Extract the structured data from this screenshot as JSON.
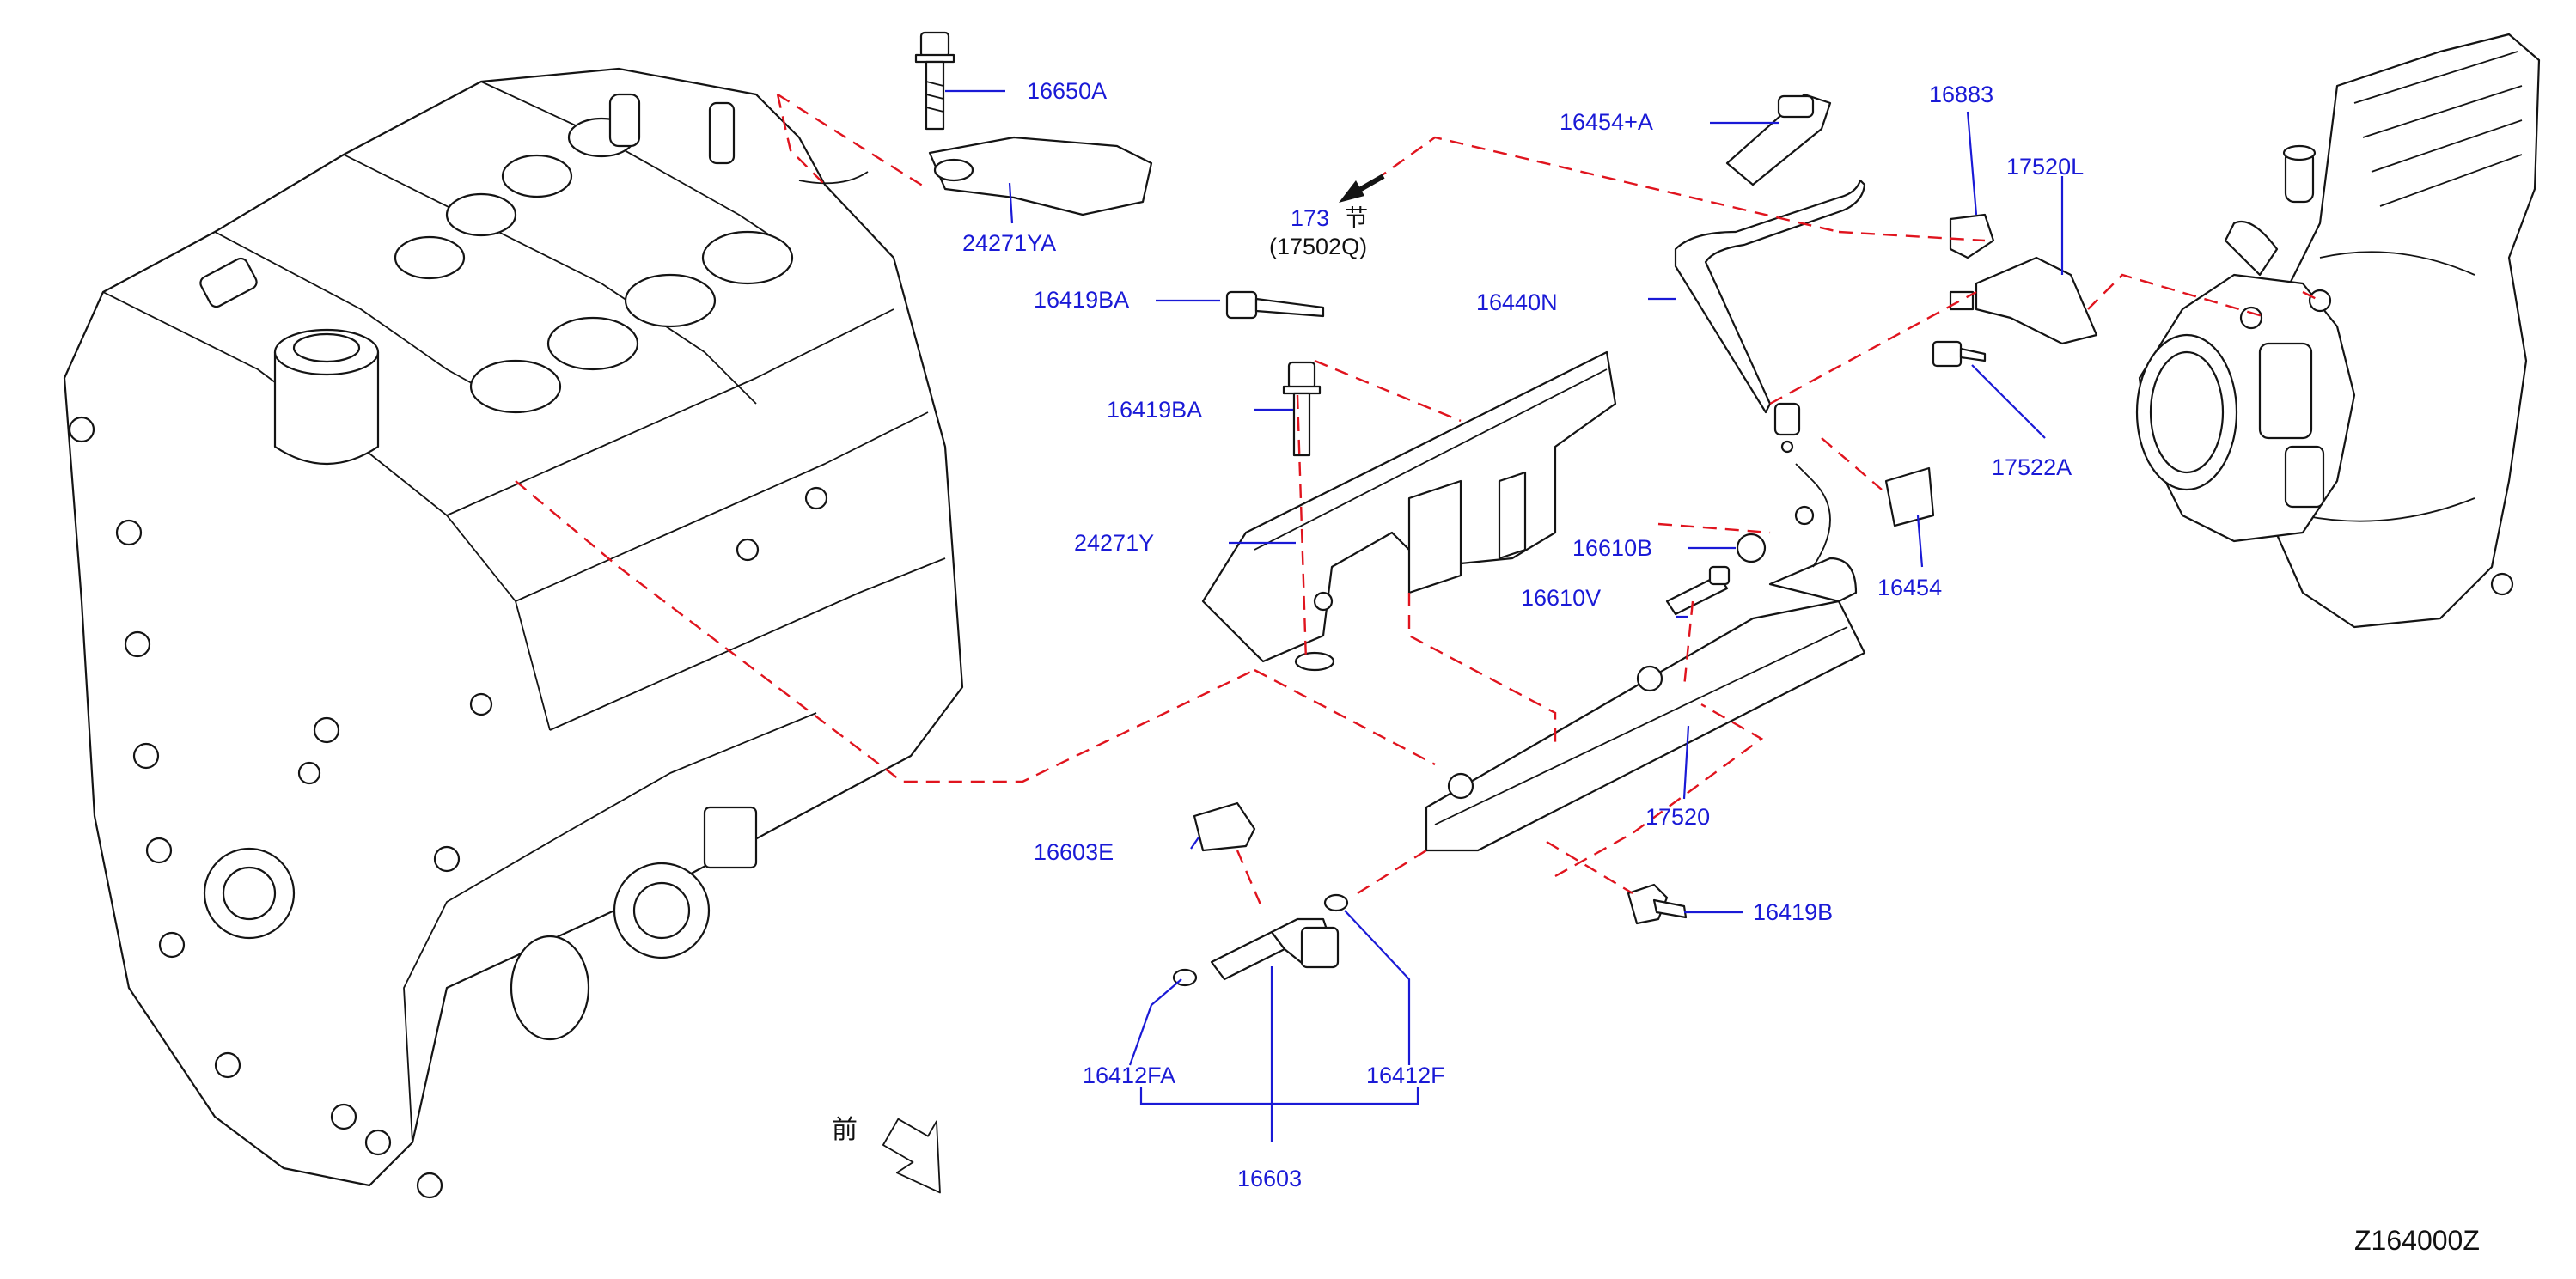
{
  "diagram": {
    "id": "Z164000Z",
    "front_glyph": "前",
    "section_ref": {
      "code": "173",
      "glyph": "节",
      "sub": "(17502Q)"
    },
    "labels": [
      {
        "key": "l16650A",
        "text": "16650A"
      },
      {
        "key": "l24271YA",
        "text": "24271YA"
      },
      {
        "key": "l16419BA_1",
        "text": "16419BA"
      },
      {
        "key": "l16419BA_2",
        "text": "16419BA"
      },
      {
        "key": "l24271Y",
        "text": "24271Y"
      },
      {
        "key": "l16454A",
        "text": "16454+A"
      },
      {
        "key": "l16440N",
        "text": "16440N"
      },
      {
        "key": "l16883",
        "text": "16883"
      },
      {
        "key": "l17520L",
        "text": "17520L"
      },
      {
        "key": "l17522A",
        "text": "17522A"
      },
      {
        "key": "l16454",
        "text": "16454"
      },
      {
        "key": "l16610B",
        "text": "16610B"
      },
      {
        "key": "l16610V",
        "text": "16610V"
      },
      {
        "key": "l17520",
        "text": "17520"
      },
      {
        "key": "l16603E",
        "text": "16603E"
      },
      {
        "key": "l16419B",
        "text": "16419B"
      },
      {
        "key": "l16412FA",
        "text": "16412FA"
      },
      {
        "key": "l16412F",
        "text": "16412F"
      },
      {
        "key": "l16603",
        "text": "16603"
      }
    ]
  },
  "colors": {
    "label": "#1a1ad6",
    "leader": "#1a1ad6",
    "dashed": "#e0141e",
    "outline": "#141414"
  }
}
